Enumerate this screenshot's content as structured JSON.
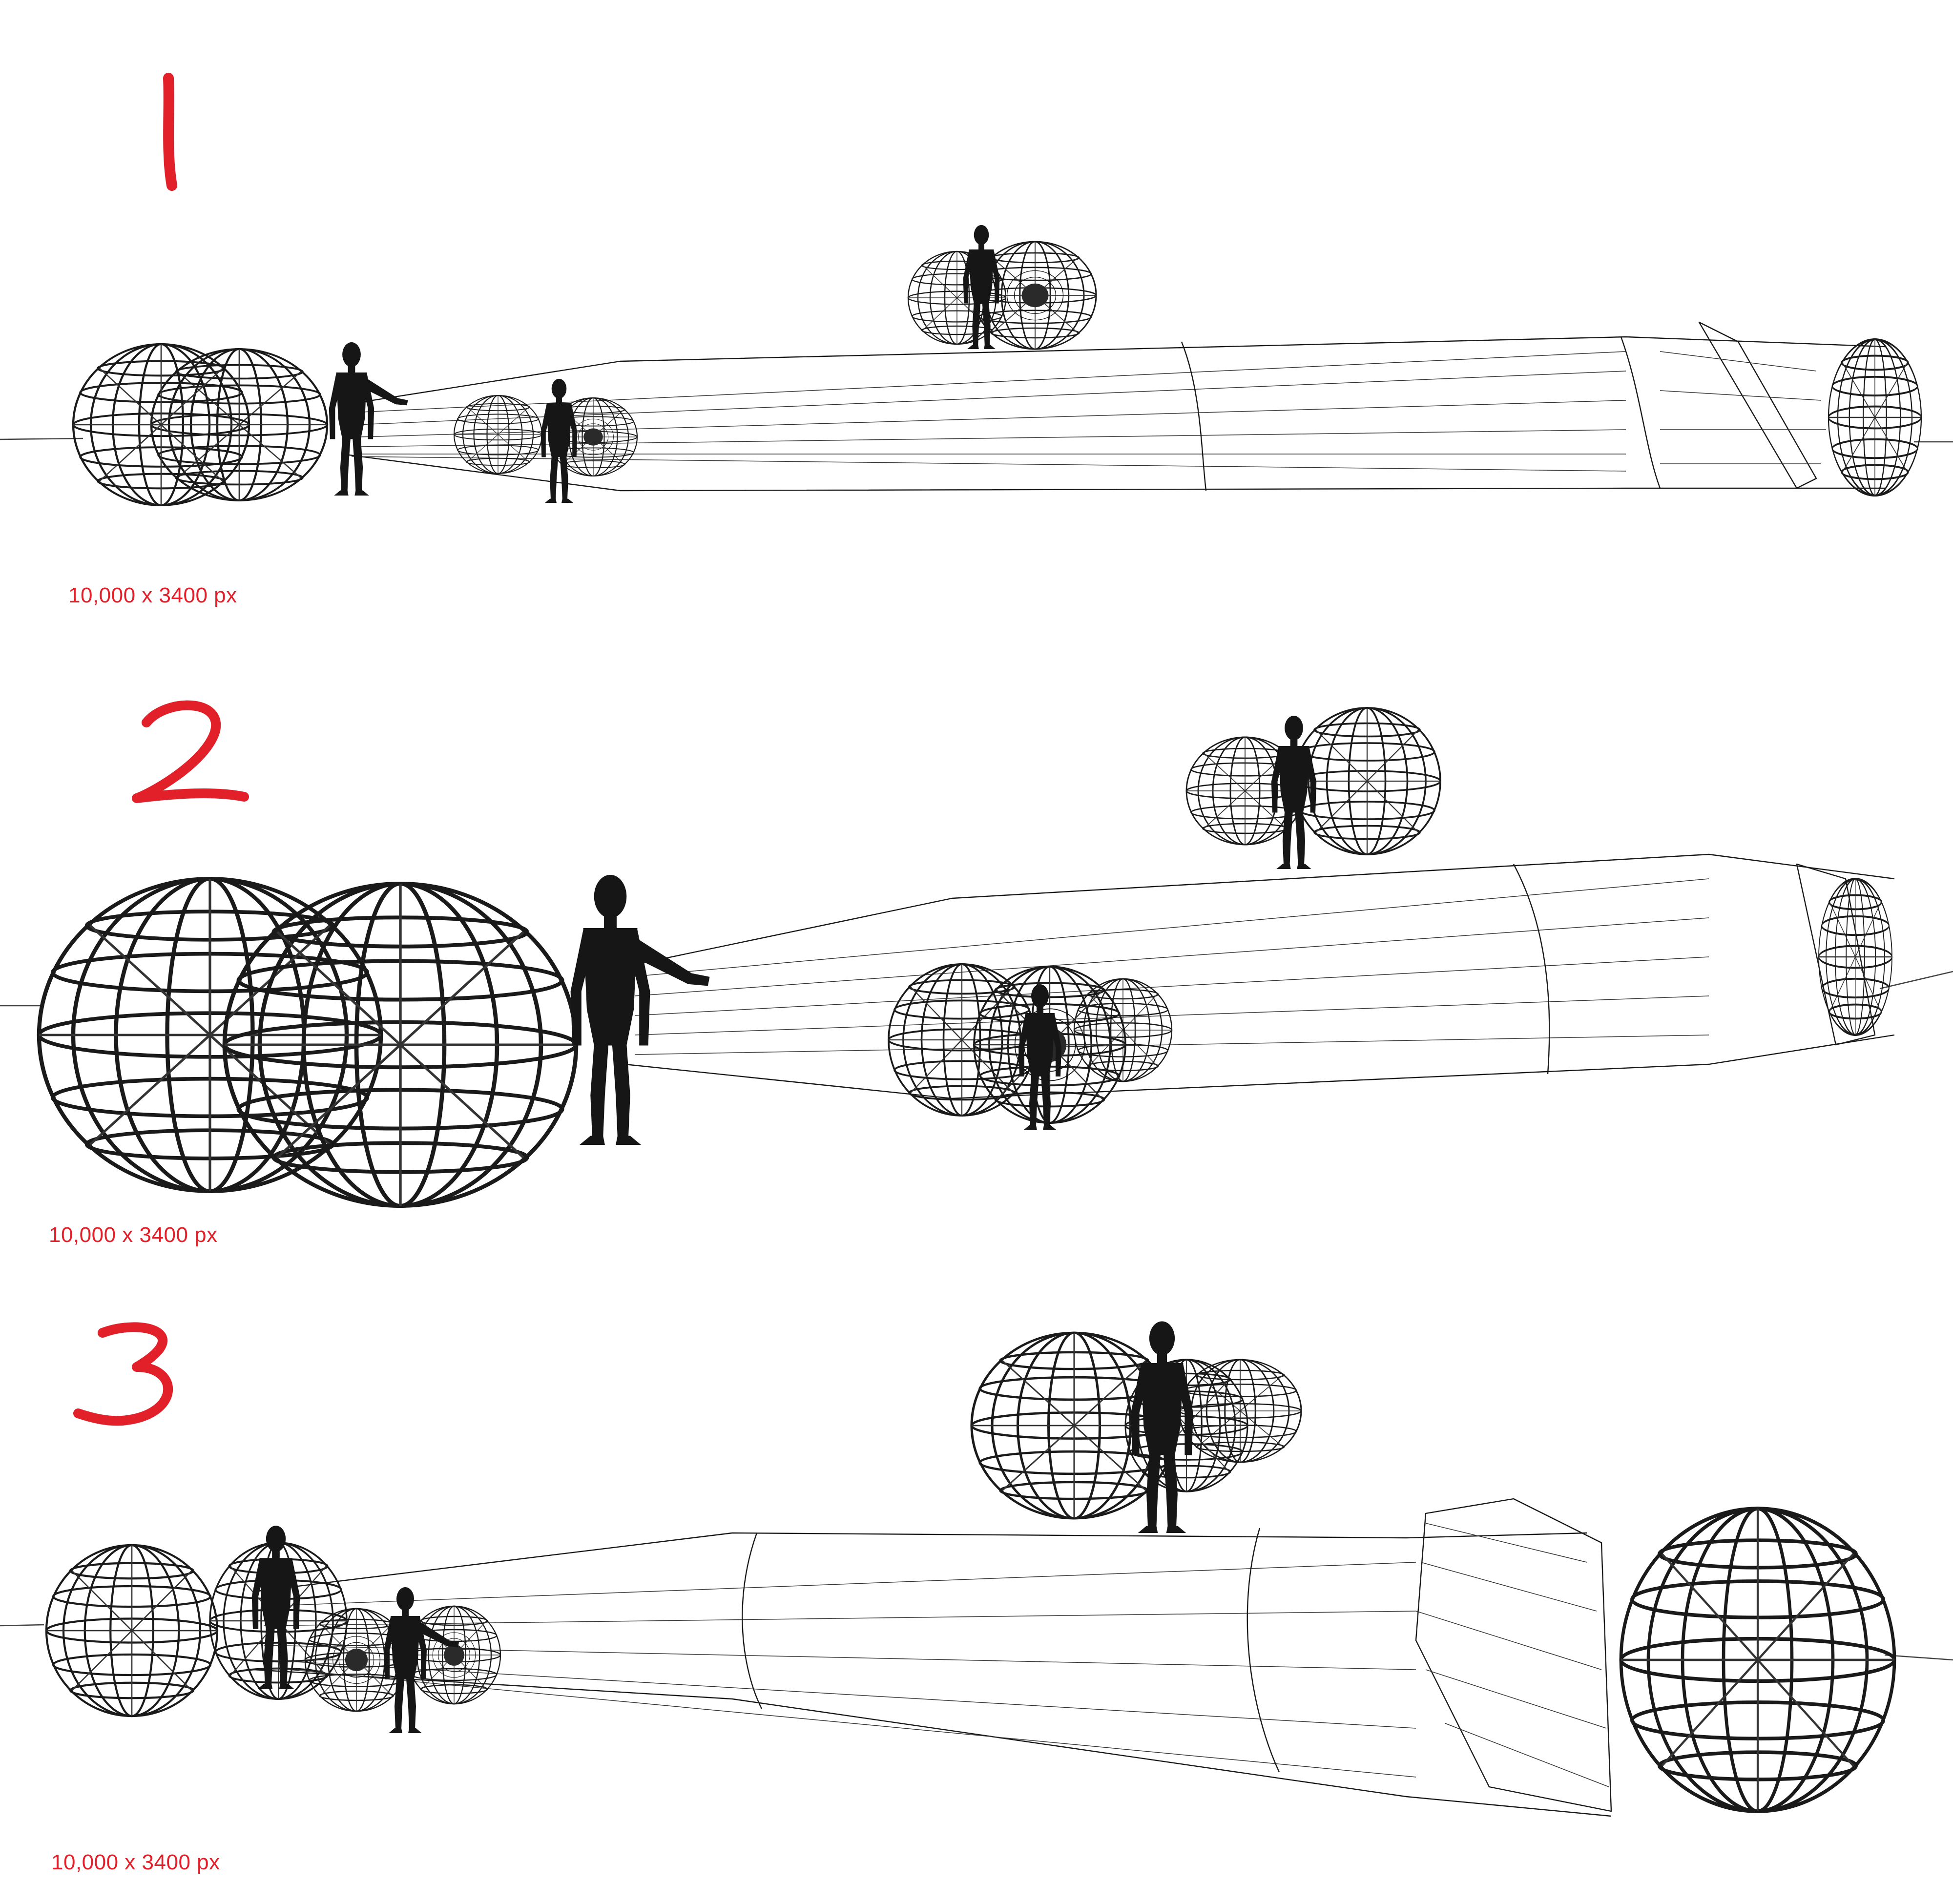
{
  "panels": [
    {
      "number": "1",
      "caption": "10,000 x 3400 px"
    },
    {
      "number": "2",
      "caption": "10,000 x 3400 px"
    },
    {
      "number": "3",
      "caption": "10,000 x 3400 px"
    }
  ],
  "colors": {
    "accent": "#e2202a",
    "wireframe": "#1a1a1a",
    "figure": "#161616",
    "background": "#ffffff"
  }
}
